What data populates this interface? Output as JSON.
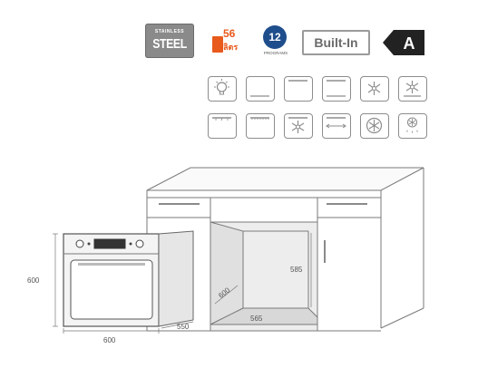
{
  "badges": {
    "steel_top": "STAINLESS",
    "steel_main": "STEEL",
    "capacity_number": "56",
    "capacity_unit": "ลิตร",
    "programs_number": "12",
    "programs_label": "PROGRAMS",
    "built_in": "Built-In",
    "energy_class": "A"
  },
  "colors": {
    "steel": "#8a8a8a",
    "capacity": "#e85a1c",
    "programs": "#1f4e8c",
    "energy": "#222222",
    "line": "#8d8d8d"
  },
  "function_icons": [
    "oven-lamp-icon",
    "bottom-heat-icon",
    "top-heat-icon",
    "top-bottom-heat-icon",
    "fan-icon",
    "fan-bottom-heat-icon",
    "grill-icon",
    "double-grill-icon",
    "fan-grill-icon",
    "rotisserie-icon",
    "convection-fan-icon",
    "defrost-icon"
  ],
  "dimensions": {
    "oven_height": "600",
    "oven_width": "600",
    "oven_depth": "550",
    "niche_height": "585",
    "niche_depth": "600",
    "niche_width": "565"
  }
}
